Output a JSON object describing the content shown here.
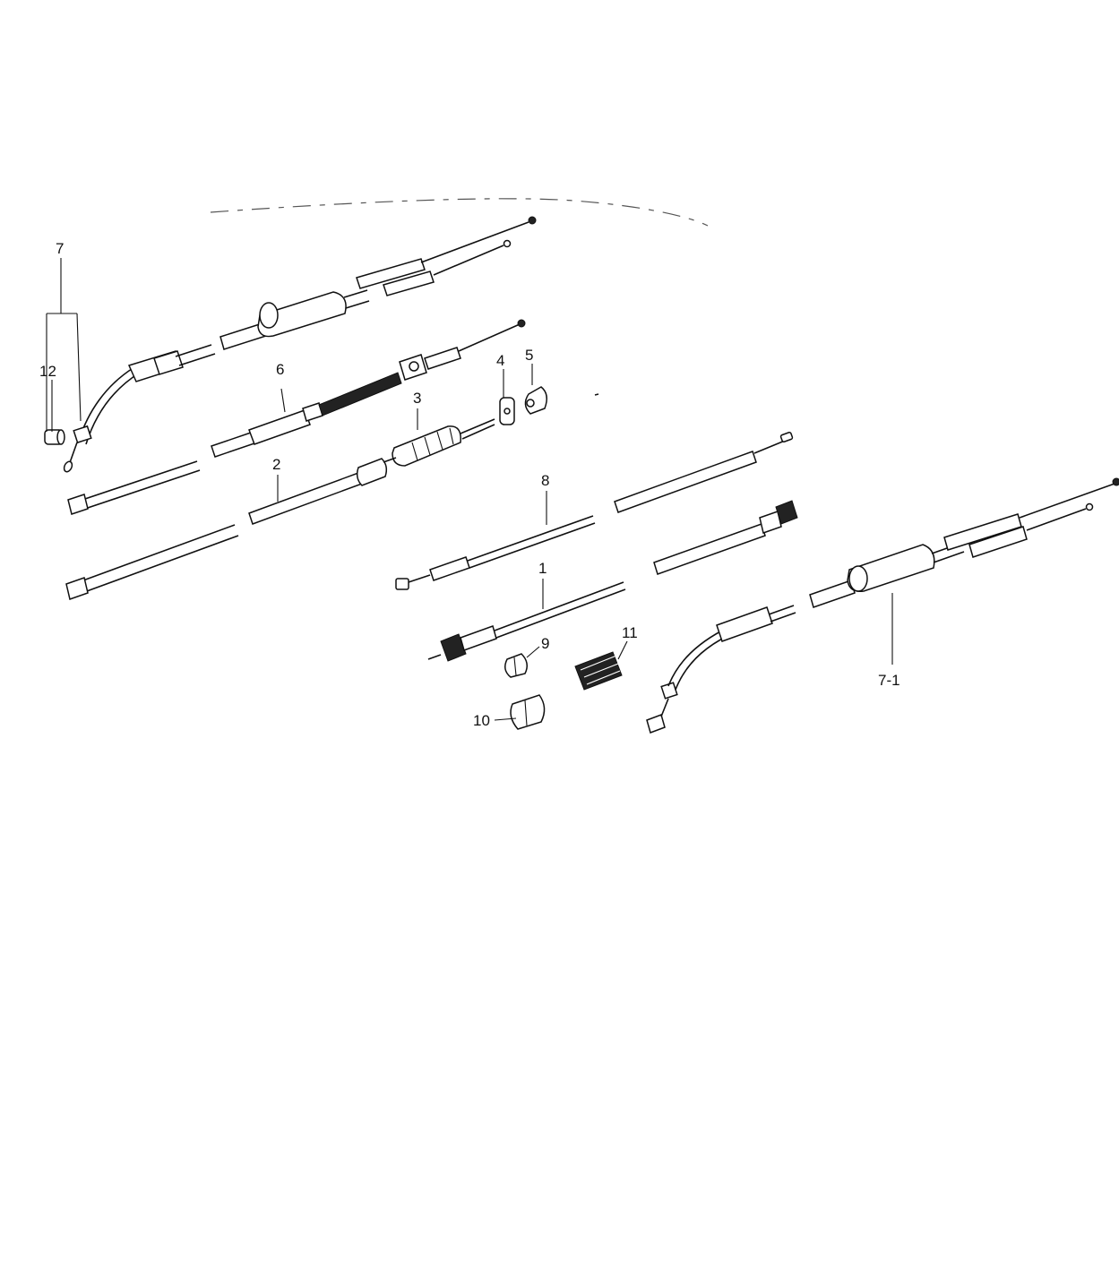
{
  "diagram": {
    "callouts": {
      "c1": "1",
      "c2": "2",
      "c3": "3",
      "c4": "4",
      "c5": "5",
      "c6": "6",
      "c7": "7",
      "c7_1": "7-1",
      "c8": "8",
      "c9": "9",
      "c10": "10",
      "c11": "11",
      "c12": "12"
    }
  }
}
